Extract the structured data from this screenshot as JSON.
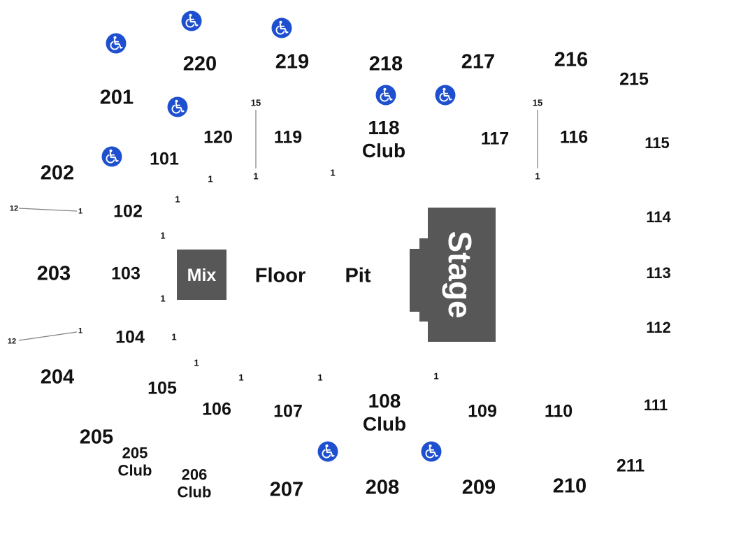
{
  "colors": {
    "background": "#ffffff",
    "text": "#111111",
    "stage_fill": "#575757",
    "mix_fill": "#575757",
    "accessible_icon_bg": "#1d4fcf",
    "accessible_icon_fg": "#ffffff",
    "row_line": "#808080"
  },
  "icons": {
    "accessible": "wheelchair-accessible-icon"
  },
  "stage": {
    "label": "Stage"
  },
  "mix": {
    "label": "Mix"
  },
  "floor": {
    "label": "Floor"
  },
  "pit": {
    "label": "Pit"
  },
  "upper_sections": [
    "220",
    "219",
    "218",
    "217",
    "216",
    "215",
    "201",
    "202",
    "203",
    "204",
    "205",
    "207",
    "208",
    "209",
    "210",
    "211"
  ],
  "lower_sections": [
    "120",
    "119",
    "117",
    "116",
    "115",
    "101",
    "102",
    "103",
    "104",
    "105",
    "106",
    "107",
    "109",
    "110",
    "111",
    "112",
    "113",
    "114"
  ],
  "club_sections": [
    {
      "number": "118",
      "suffix": "Club"
    },
    {
      "number": "108",
      "suffix": "Club"
    },
    {
      "number": "205",
      "suffix": "Club"
    },
    {
      "number": "206",
      "suffix": "Club"
    }
  ],
  "row_markers": {
    "first": "1",
    "last_15": "15",
    "last_12": "12"
  }
}
